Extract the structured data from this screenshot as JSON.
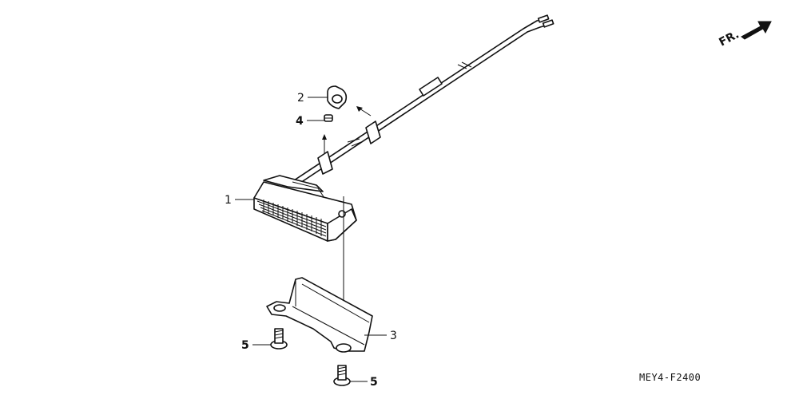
{
  "callouts": [
    {
      "id": "1",
      "label": "1",
      "bold": false
    },
    {
      "id": "2",
      "label": "2",
      "bold": false
    },
    {
      "id": "3",
      "label": "3",
      "bold": false
    },
    {
      "id": "4",
      "label": "4",
      "bold": true
    },
    {
      "id": "5a",
      "label": "5",
      "bold": true
    },
    {
      "id": "5b",
      "label": "5",
      "bold": true
    }
  ],
  "front_indicator": {
    "label": "FR.",
    "icon": "arrow-icon"
  },
  "drawing_code": "MEY4-F2400"
}
